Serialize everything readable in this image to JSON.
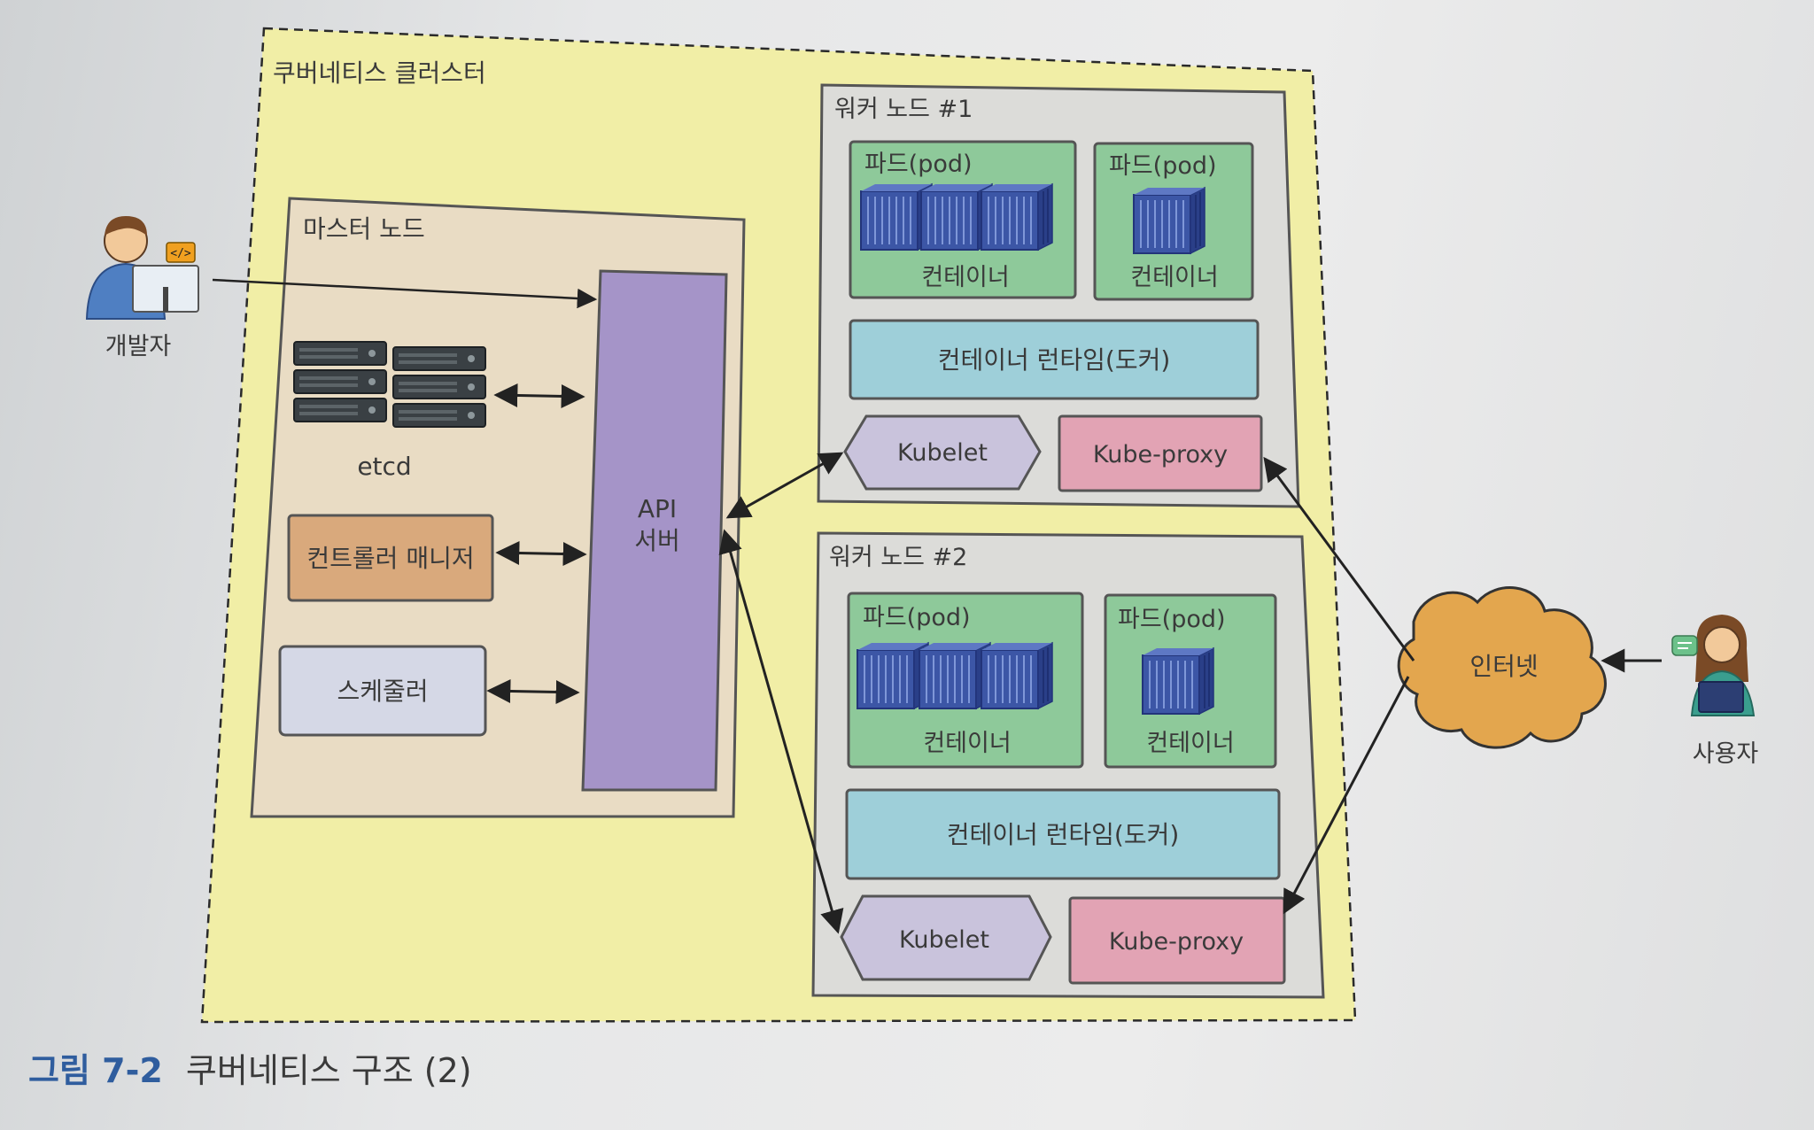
{
  "cluster": {
    "label": "쿠버네티스 클러스터"
  },
  "master": {
    "label": "마스터 노드",
    "etcd_label": "etcd",
    "controller_manager": "컨트롤러 매니저",
    "scheduler": "스케줄러",
    "api_server_line1": "API",
    "api_server_line2": "서버"
  },
  "worker1": {
    "label": "워커 노드 #1",
    "pod_a": {
      "label": "파드(pod)",
      "container": "컨테이너"
    },
    "pod_b": {
      "label": "파드(pod)",
      "container": "컨테이너"
    },
    "runtime": "컨테이너 런타임(도커)",
    "kubelet": "Kubelet",
    "kube_proxy": "Kube-proxy"
  },
  "worker2": {
    "label": "워커 노드 #2",
    "pod_a": {
      "label": "파드(pod)",
      "container": "컨테이너"
    },
    "pod_b": {
      "label": "파드(pod)",
      "container": "컨테이너"
    },
    "runtime": "컨테이너 런타임(도커)",
    "kubelet": "Kubelet",
    "kube_proxy": "Kube-proxy"
  },
  "developer": {
    "label": "개발자"
  },
  "internet": {
    "label": "인터넷"
  },
  "user": {
    "label": "사용자"
  },
  "caption": {
    "number": "그림 7-2",
    "text": "쿠버네티스 구조 (2)"
  },
  "colors": {
    "cluster_bg": "#f1eea6",
    "master_bg": "#e9dcc4",
    "worker_bg": "#dcdcd9",
    "pod_bg": "#8ec99a",
    "runtime_bg": "#9ecfd9",
    "kubelet_bg": "#c9c3dc",
    "kube_proxy_bg": "#e2a3b4",
    "api_server_bg": "#a594c8",
    "controller_bg": "#d9a97c",
    "scheduler_bg": "#d5d8e6",
    "internet_bg": "#e3a64e",
    "container_blue": "#3d58a8",
    "caption_accent": "#2f5d9e"
  }
}
